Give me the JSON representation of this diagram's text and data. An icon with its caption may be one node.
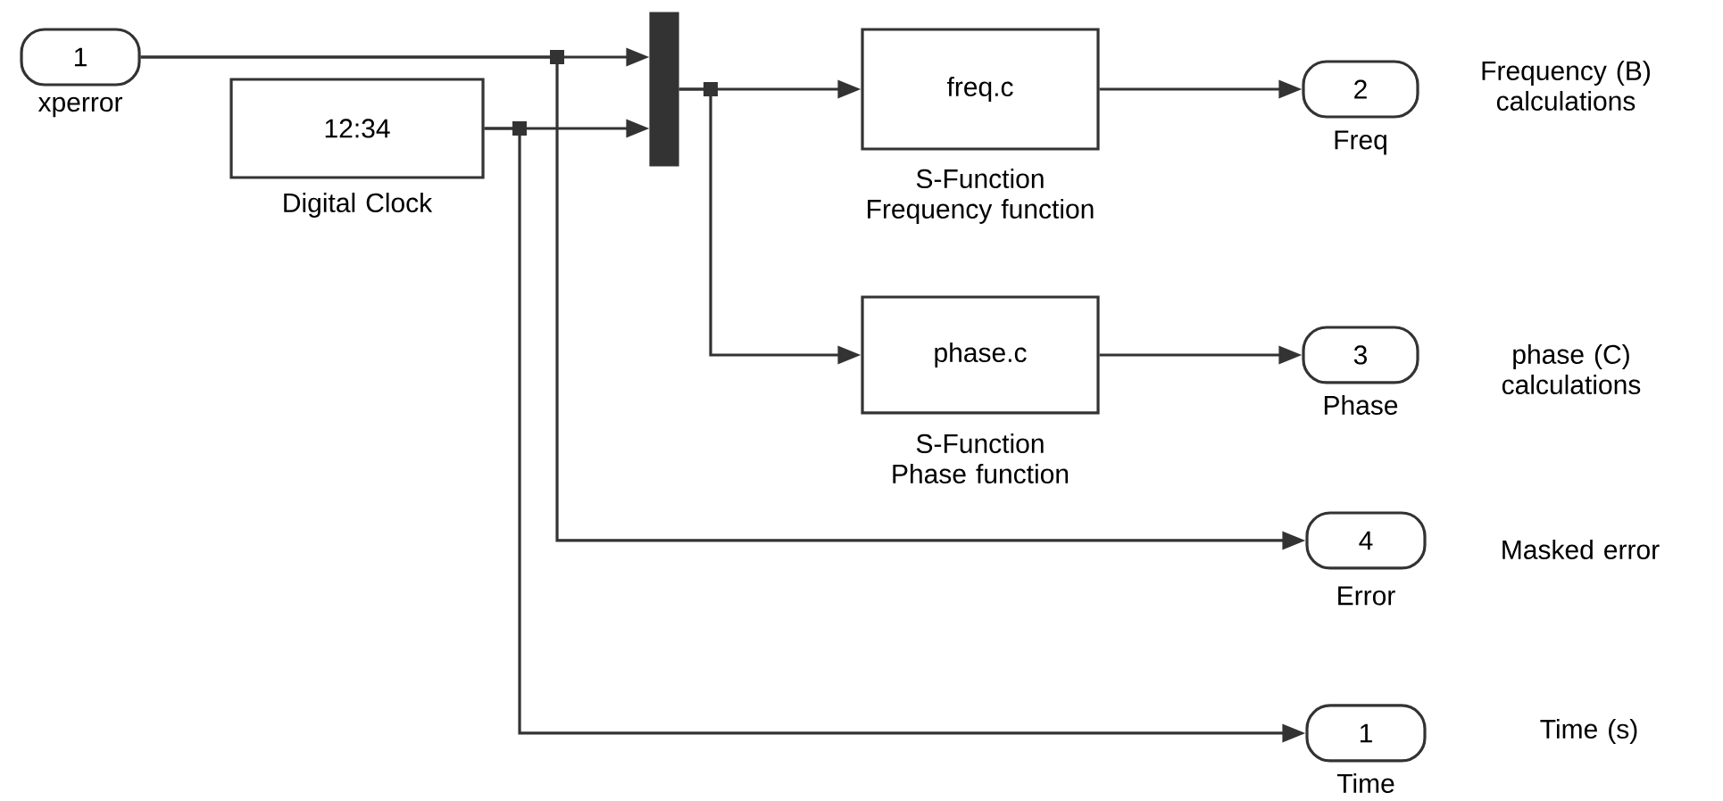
{
  "diagram": {
    "nodes": [
      {
        "text": [
          "1"
        ],
        "beside": [
          "xperror"
        ]
      },
      {
        "text": [
          "12:34"
        ],
        "beside": [
          "Digital Clock"
        ]
      },
      {
        "text": [],
        "shape": "bar"
      },
      {
        "text": [
          "freq.c"
        ],
        "beside": [
          "S-Function Frequency function"
        ]
      },
      {
        "text": [
          "phase.c"
        ],
        "beside": [
          "S-Function Phase function"
        ]
      },
      {
        "text": [
          "2"
        ],
        "beside": [
          "Freq"
        ]
      },
      {
        "text": [
          "3"
        ],
        "beside": [
          "Phase"
        ]
      },
      {
        "text": [
          "4"
        ],
        "beside": [
          "Error"
        ]
      },
      {
        "text": [
          "1"
        ],
        "beside": [
          "Time"
        ]
      }
    ],
    "edges": [
      {
        "from": 0,
        "to": 2,
        "arrow": "to"
      },
      {
        "from": 1,
        "to": 2,
        "arrow": "to"
      },
      {
        "from": 2,
        "to": 3,
        "arrow": "to"
      },
      {
        "from": 2,
        "to": 4,
        "arrow": "to"
      },
      {
        "from": 0,
        "to": 7,
        "arrow": "to"
      },
      {
        "from": 1,
        "to": 8,
        "arrow": "to"
      },
      {
        "from": 3,
        "to": 5,
        "arrow": "to"
      },
      {
        "from": 4,
        "to": 6,
        "arrow": "to"
      }
    ],
    "labels": [
      "Frequency (B) calculations",
      "phase (C) calculations",
      "Masked error",
      "Time (s)"
    ]
  }
}
